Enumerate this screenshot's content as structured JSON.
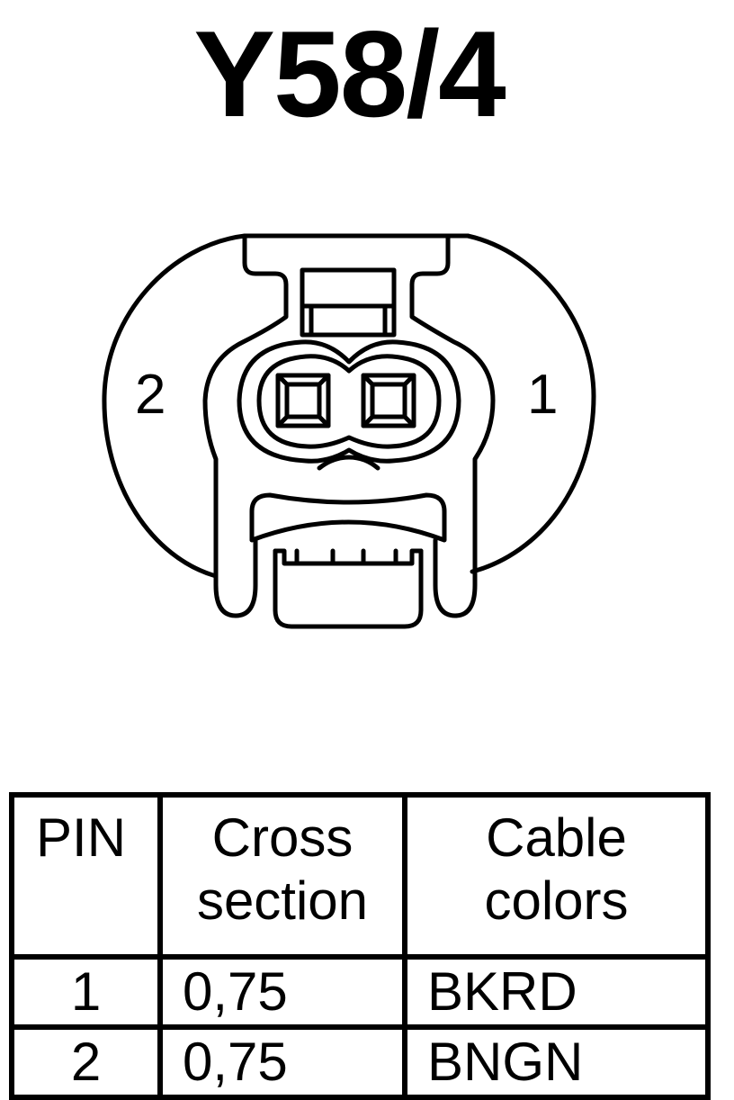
{
  "title": "Y58/4",
  "connector": {
    "pin_left_label": "2",
    "pin_right_label": "1"
  },
  "table": {
    "headers": {
      "pin": "PIN",
      "cross_section_line1": "Cross",
      "cross_section_line2": "section",
      "cable_colors_line1": "Cable",
      "cable_colors_line2": "colors"
    },
    "rows": [
      {
        "pin": "1",
        "cross_section": "0,75",
        "cable_colors": "BKRD"
      },
      {
        "pin": "2",
        "cross_section": "0,75",
        "cable_colors": "BNGN"
      }
    ]
  }
}
